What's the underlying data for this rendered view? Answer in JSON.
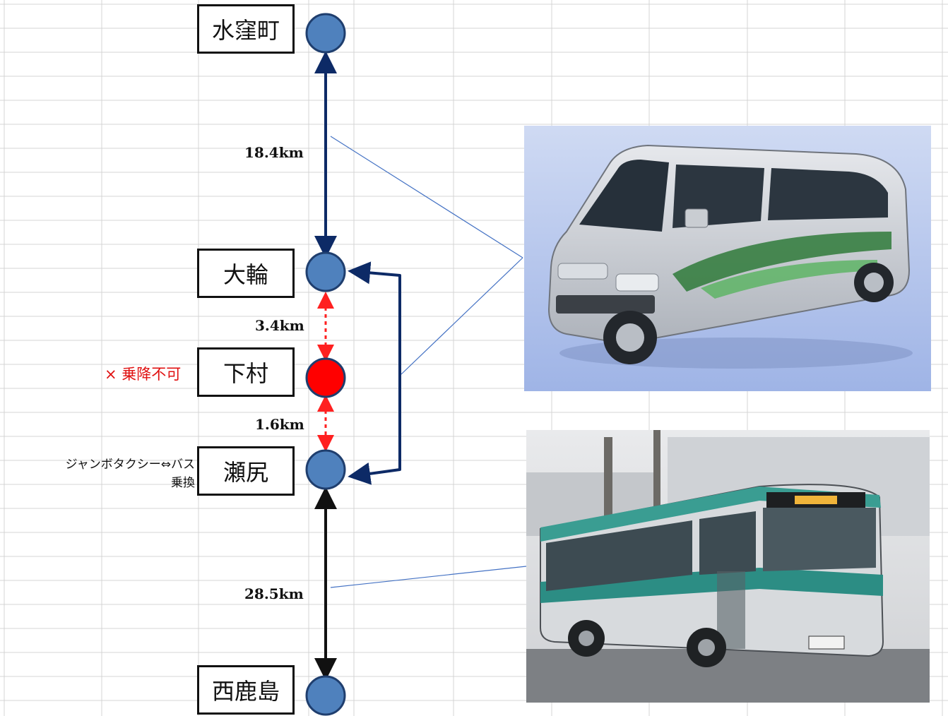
{
  "stations": [
    {
      "id": "mizukubo",
      "name": "水窪町",
      "state": "normal"
    },
    {
      "id": "owa",
      "name": "大輪",
      "state": "normal"
    },
    {
      "id": "shimomura",
      "name": "下村",
      "state": "no-stop"
    },
    {
      "id": "sejiri",
      "name": "瀬尻",
      "state": "normal"
    },
    {
      "id": "nishikajima",
      "name": "西鹿島",
      "state": "normal"
    }
  ],
  "segments": [
    {
      "from": "水窪町",
      "to": "大輪",
      "distance": "18.4km"
    },
    {
      "from": "大輪",
      "to": "下村",
      "distance": "3.4km"
    },
    {
      "from": "下村",
      "to": "瀬尻",
      "distance": "1.6km"
    },
    {
      "from": "瀬尻",
      "to": "西鹿島",
      "distance": "28.5km"
    }
  ],
  "notes": {
    "shimomura": "× 乗降不可",
    "sejiri_line1": "ジャンボタクシー⇔バス",
    "sejiri_line2": "乗換"
  },
  "colors": {
    "node": "#4f81bd",
    "node_stroke": "#1f3e6e",
    "no_stop_node": "#ff0000",
    "navy_line": "#0d2a66",
    "black_line": "#111111",
    "dotted_red": "#ff2020",
    "callout": "#4472c4",
    "note_red": "#e01010"
  },
  "photos": {
    "van": "jumbo-taxi-van-photo",
    "bus": "route-bus-photo"
  }
}
